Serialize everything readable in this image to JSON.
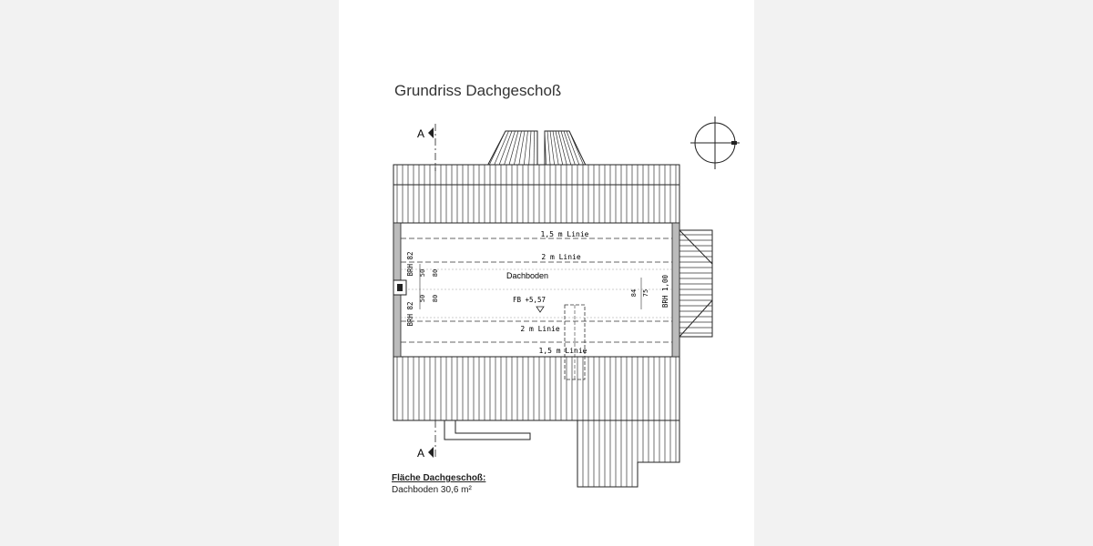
{
  "title": "Grundriss Dachgeschoß",
  "section_marks": {
    "top": "A",
    "bottom": "A"
  },
  "room": {
    "name": "Dachboden",
    "floor_level": "FB +5,57"
  },
  "lines": {
    "upper_15": "1,5 m Linie",
    "upper_2": "2 m Linie",
    "lower_2": "2 m Linie",
    "lower_15": "1,5 m Linie"
  },
  "left_window": {
    "upper_brh": "BRH 82",
    "upper_dim_a": "50",
    "upper_dim_b": "80",
    "lower_brh": "BRH 82",
    "lower_dim_a": "50",
    "lower_dim_b": "80"
  },
  "right_window": {
    "brh": "BRH 1,00",
    "dim_a": "84",
    "dim_b": "75"
  },
  "summary": {
    "heading": "Fläche Dachgeschoß:",
    "area": "Dachboden 30,6 m²"
  }
}
